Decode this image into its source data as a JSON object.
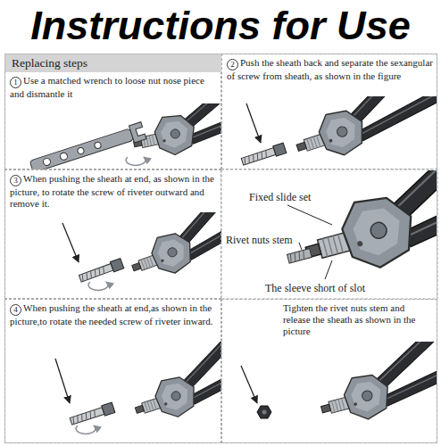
{
  "diagram": {
    "title": "Instructions for Use",
    "nodes": [
      {
        "text": [
          "Replacing steps"
        ]
      },
      {
        "text": [
          "1",
          "Use a matched wrench to loose nut nose piece and dismantle it"
        ],
        "in": 0
      },
      {
        "text": [
          "2",
          "Push the sheath back and separate the sexangular of screw from sheath, as shown in the figure"
        ],
        "in": 0
      },
      {
        "text": [
          "3",
          "When pushing the sheath at end, as shown in the picture, to rotate the screw of riveter outward and remove it."
        ],
        "in": 0
      },
      {
        "text": [
          "4",
          "When pushing the sheath at end,as shown in the picture,to rotate the needed screw of riveter inward."
        ],
        "in": 0
      },
      {
        "text": [
          "Tighten the rivet nuts stem and release the sheath as shown in the picture"
        ],
        "in": 0
      }
    ],
    "labels": [
      "Fixed slide set",
      "Rivet nuts stem",
      "The sleeve short of slot"
    ]
  }
}
